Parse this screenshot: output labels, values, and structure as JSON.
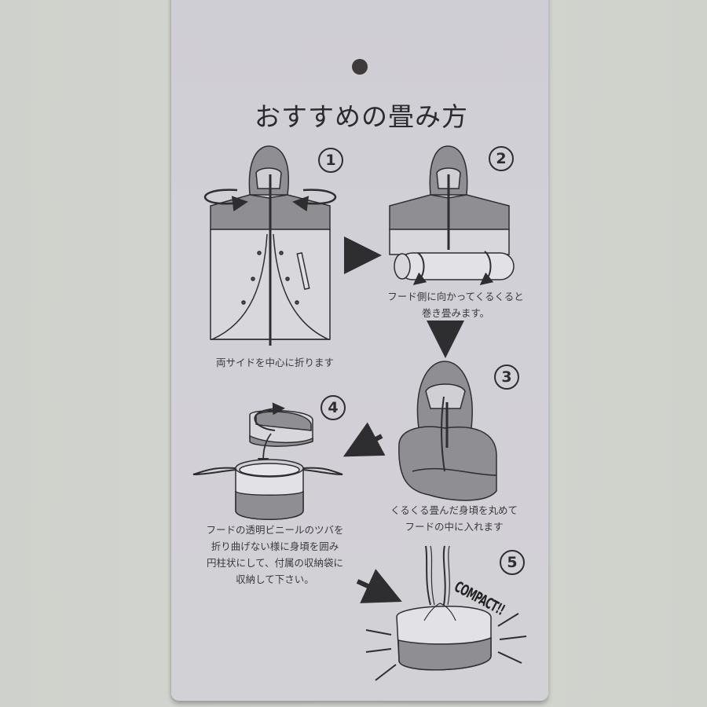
{
  "card": {
    "title": "おすすめの畳み方",
    "background_color": "#d1d0d6",
    "ink_color": "#2e2e30",
    "fill_dark": "#8f8e92",
    "fill_light": "#dedde2"
  },
  "steps": [
    {
      "number": "1",
      "caption_lines": [
        "両サイドを中心に折ります"
      ]
    },
    {
      "number": "2",
      "caption_lines": [
        "フード側に向かってくるくると",
        "巻き畳みます。"
      ]
    },
    {
      "number": "3",
      "caption_lines": [
        "くるくる畳んだ身頃を丸めて",
        "フードの中に入れます"
      ]
    },
    {
      "number": "4",
      "caption_lines": [
        "フードの透明ビニールのツバを",
        "折り曲げない様に身頃を囲み",
        "円柱状にして、付属の収納袋に",
        "収納して下さい。"
      ]
    },
    {
      "number": "5",
      "callout": "COMPACT!!"
    }
  ]
}
